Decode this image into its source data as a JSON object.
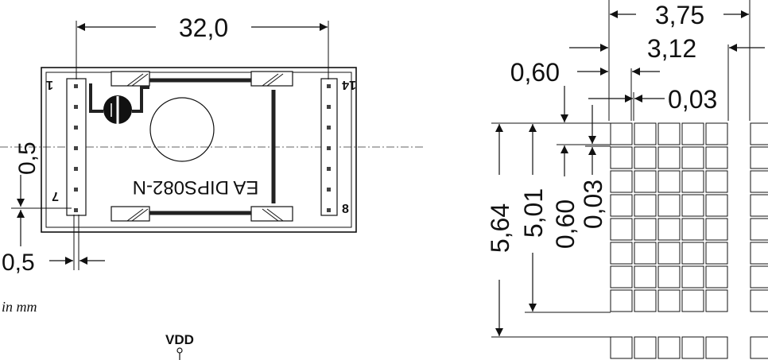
{
  "module": {
    "width_dim": "32,0",
    "pin1": "1",
    "pin14": "14",
    "pin7": "7",
    "pin8": "8",
    "silk_label": "EA DIPS082-N",
    "offset_v": "0,5",
    "offset_h": "0,5",
    "units_note": "in mm",
    "vdd": "VDD"
  },
  "char_detail": {
    "char_width": "3,75",
    "pixel_span": "3,12",
    "pixel_pitch": "0,60",
    "pixel_gap": "0,03",
    "char_height": "5,64",
    "matrix_height": "5,01",
    "pixel_pitch_v": "0,60",
    "pixel_gap_v": "0,03"
  }
}
